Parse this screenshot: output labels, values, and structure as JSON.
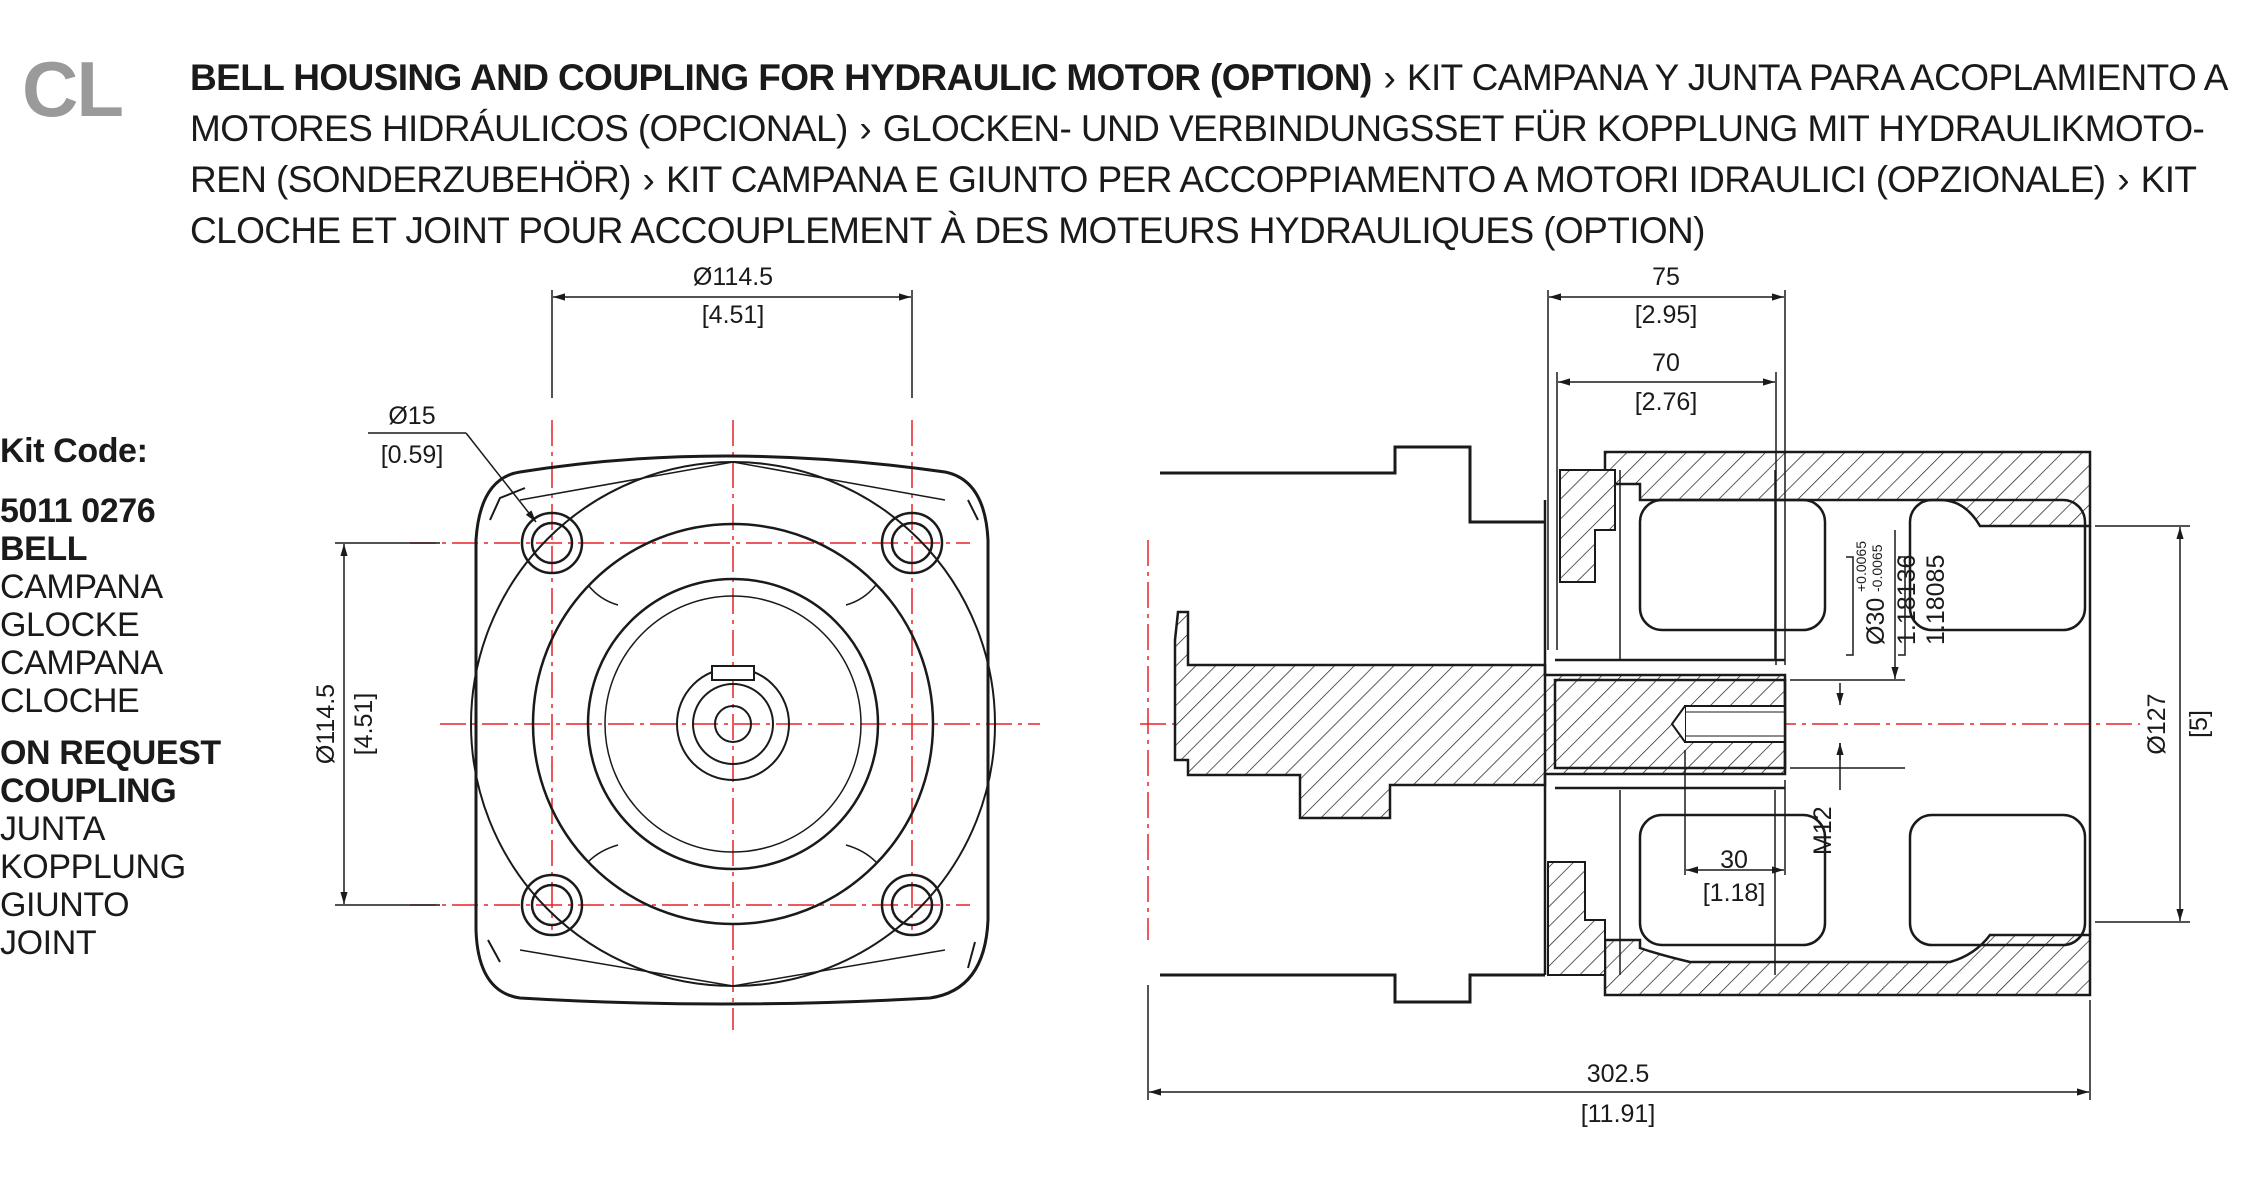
{
  "section_code": "CL",
  "header": {
    "title_bold": "BELL HOUSING AND COUPLING FOR HYDRAULIC MOTOR (OPTION)",
    "separator": "›",
    "title_es": "KIT CAMPANA Y JUNTA PARA ACOPLAMIENTO A MOTORES HIDRÁULICOS (OPCIONAL)",
    "title_de": "GLOCKEN- UND VERBINDUNGSSET FÜR KOPPLUNG MIT HYDRAULIKMOTO-REN (SONDERZUBEHÖR)",
    "title_it": "KIT CAMPANA E GIUNTO PER ACCOPPIAMENTO A MOTORI IDRAULICI (OPZIONALE)",
    "title_fr": "KIT CLOCHE ET JOINT POUR ACCOUPLEMENT À DES MOTEURS HYDRAULIQUES (OPTION)"
  },
  "kit": {
    "label": "Kit Code:",
    "code": "5011 0276",
    "bell": [
      "BELL",
      "CAMPANA",
      "GLOCKE",
      "CAMPANA",
      "CLOCHE"
    ],
    "on_request": "ON REQUEST",
    "coupling": [
      "COUPLING",
      "JUNTA",
      "KOPPLUNG",
      "GIUNTO",
      "JOINT"
    ]
  },
  "dimensions": {
    "front_width_mm": "Ø114.5",
    "front_width_in": "[4.51]",
    "front_height_mm": "Ø114.5",
    "front_height_in": "[4.51]",
    "hole_mm": "Ø15",
    "hole_in": "[0.59]",
    "len75_mm": "75",
    "len75_in": "[2.95]",
    "len70_mm": "70",
    "len70_in": "[2.76]",
    "bore_mm": "Ø30",
    "bore_tol_upper": "+0.0065",
    "bore_tol_lower": "-0.0065",
    "bore_in_upper": "1.18136",
    "bore_in_lower": "1.18085",
    "outer_mm": "Ø127",
    "outer_in": "[5]",
    "thread": "M12",
    "depth_mm": "30",
    "depth_in": "[1.18]",
    "total_mm": "302.5",
    "total_in": "[11.91]"
  },
  "colors": {
    "centerline": "#e8202a",
    "outline": "#1a1a1a",
    "badge": "#9a9a9a"
  }
}
